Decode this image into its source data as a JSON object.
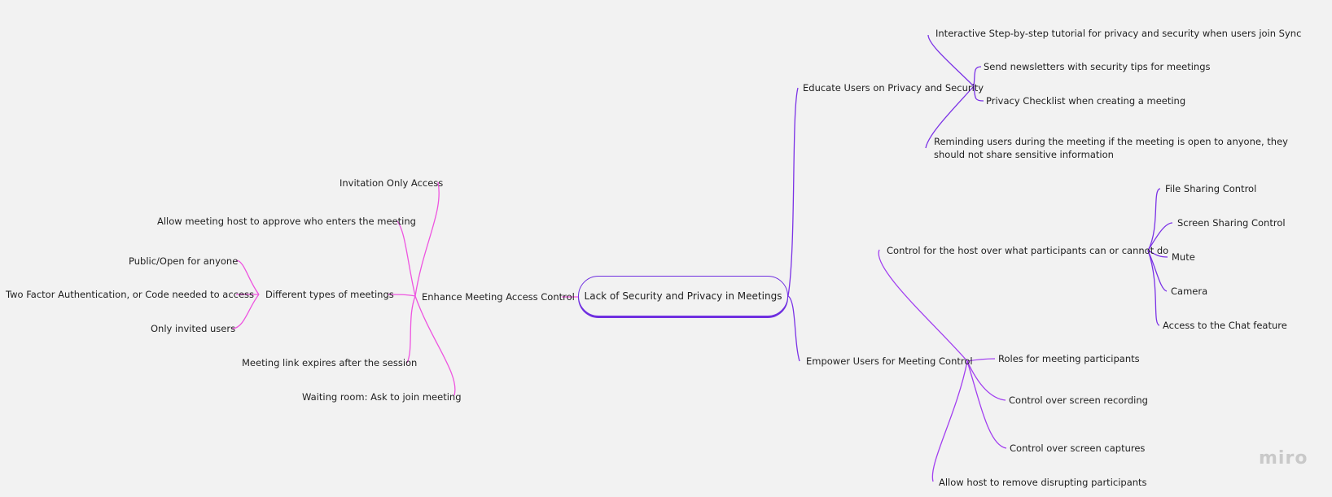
{
  "root": {
    "label": "Lack of Security and Privacy in Meetings"
  },
  "colors": {
    "left_branch": "#ee55e0",
    "right_top_branch": "#7b32e6",
    "right_bottom_branch": "#a23ff0",
    "root_border": "#6f2fe0"
  },
  "left": {
    "hub": "Enhance Meeting Access Control",
    "items": {
      "invitation_only": "Invitation Only Access",
      "host_approve": "Allow meeting host to approve who enters the meeting",
      "types": "Different types of meetings",
      "link_expires": "Meeting link expires after the session",
      "waiting_room": "Waiting room: Ask to join meeting"
    },
    "types_children": {
      "public": "Public/Open for anyone",
      "two_factor": "Two Factor Authentication, or Code needed to access",
      "invited": "Only invited users"
    }
  },
  "right_top": {
    "hub": "Educate Users on Privacy and Security",
    "items": {
      "tutorial": "Interactive Step-by-step tutorial for privacy and security when users join Sync",
      "newsletters": "Send newsletters with security tips for meetings",
      "checklist": "Privacy Checklist when creating a meeting",
      "reminding": "Reminding users during the meeting if the meeting is open to anyone, they should not share sensitive information"
    }
  },
  "right_bottom": {
    "hub": "Empower Users for Meeting Control",
    "items": {
      "host_control": "Control for the host over what participants can or cannot do",
      "roles": "Roles for meeting participants",
      "recording": "Control over screen recording",
      "captures": "Control over screen captures",
      "remove": "Allow host to remove disrupting participants"
    },
    "host_control_children": {
      "file": "File Sharing Control",
      "screen": "Screen Sharing Control",
      "mute": "Mute",
      "camera": "Camera",
      "chat": "Access to the Chat feature"
    }
  },
  "brand": {
    "logo_text": "miro"
  }
}
